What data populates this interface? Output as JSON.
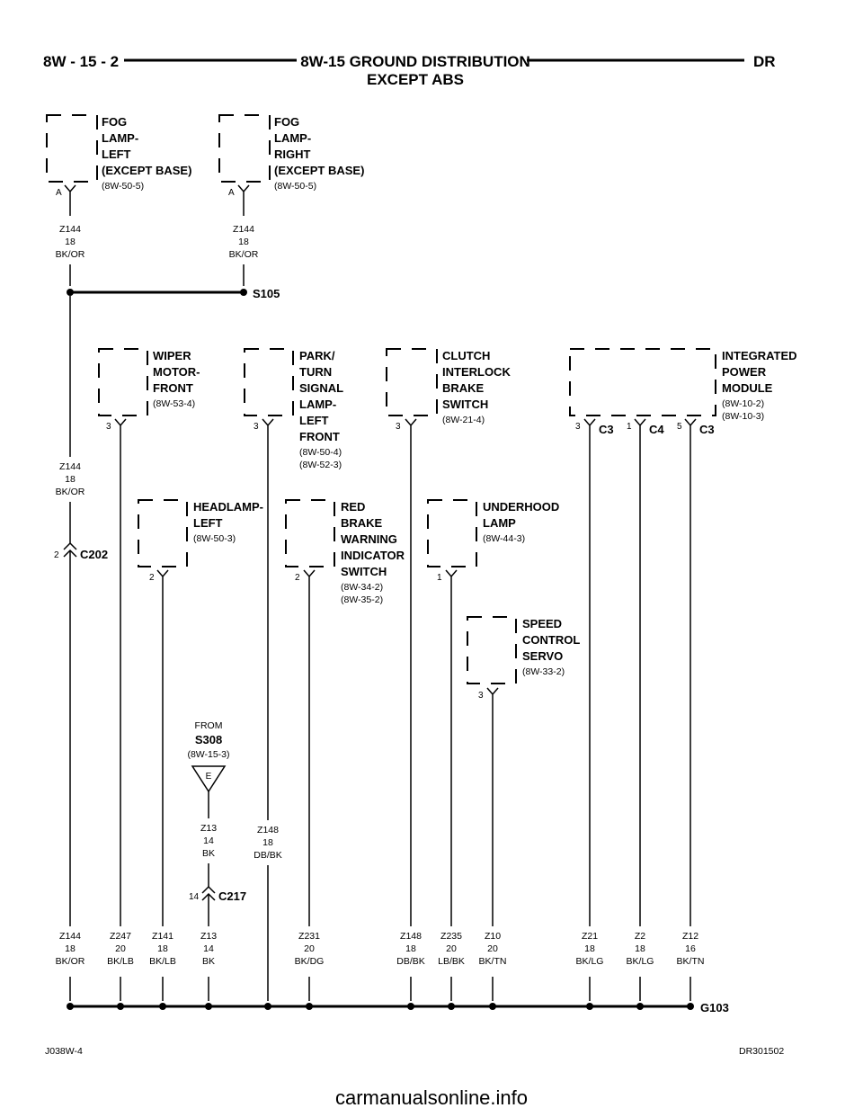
{
  "header": {
    "left": "8W - 15 - 2",
    "title_line1": "8W-15 GROUND DISTRIBUTION",
    "title_line2": "EXCEPT ABS",
    "right": "DR"
  },
  "footer": {
    "left": "J038W-4",
    "right": "DR301502"
  },
  "watermark": "carmanualsonline.info",
  "components": {
    "fog_left": {
      "lines": [
        "FOG",
        "LAMP-",
        "LEFT",
        "(EXCEPT BASE)"
      ],
      "ref": "(8W-50-5)",
      "pin": "A"
    },
    "fog_right": {
      "lines": [
        "FOG",
        "LAMP-",
        "RIGHT",
        "(EXCEPT BASE)"
      ],
      "ref": "(8W-50-5)",
      "pin": "A"
    },
    "wiper": {
      "lines": [
        "WIPER",
        "MOTOR-",
        "FRONT"
      ],
      "ref": "(8W-53-4)",
      "pin": "3"
    },
    "park": {
      "lines": [
        "PARK/",
        "TURN",
        "SIGNAL",
        "LAMP-",
        "LEFT",
        "FRONT"
      ],
      "refs": [
        "(8W-50-4)",
        "(8W-52-3)"
      ],
      "pin": "3"
    },
    "clutch": {
      "lines": [
        "CLUTCH",
        "INTERLOCK",
        "BRAKE",
        "SWITCH"
      ],
      "ref": "(8W-21-4)",
      "pin": "3"
    },
    "ipm": {
      "lines": [
        "INTEGRATED",
        "POWER",
        "MODULE"
      ],
      "refs": [
        "(8W-10-2)",
        "(8W-10-3)"
      ],
      "pins": [
        {
          "pin": "3",
          "conn": "C3"
        },
        {
          "pin": "1",
          "conn": "C4"
        },
        {
          "pin": "5",
          "conn": "C3"
        }
      ]
    },
    "headlamp": {
      "lines": [
        "HEADLAMP-",
        "LEFT"
      ],
      "ref": "(8W-50-3)",
      "pin": "2"
    },
    "red_brake": {
      "lines": [
        "RED",
        "BRAKE",
        "WARNING",
        "INDICATOR",
        "SWITCH"
      ],
      "refs": [
        "(8W-34-2)",
        "(8W-35-2)"
      ],
      "pin": "2"
    },
    "underhood": {
      "lines": [
        "UNDERHOOD",
        "LAMP"
      ],
      "ref": "(8W-44-3)",
      "pin": "1"
    },
    "speed": {
      "lines": [
        "SPEED",
        "CONTROL",
        "SERVO"
      ],
      "ref": "(8W-33-2)",
      "pin": "3"
    }
  },
  "splice": "S105",
  "ground": "G103",
  "connectors": {
    "c202": {
      "name": "C202",
      "pin": "2"
    },
    "c217": {
      "name": "C217",
      "pin": "14"
    }
  },
  "from_ref": {
    "from": "FROM",
    "splice": "S308",
    "ref": "(8W-15-3)",
    "letter": "E"
  },
  "wires_upper": {
    "fog_left": [
      "Z144",
      "18",
      "BK/OR"
    ],
    "fog_right": [
      "Z144",
      "18",
      "BK/OR"
    ],
    "s105_down": [
      "Z144",
      "18",
      "BK/OR"
    ],
    "z13": [
      "Z13",
      "14",
      "BK"
    ],
    "z148": [
      "Z148",
      "18",
      "DB/BK"
    ]
  },
  "wires_bottom": [
    [
      "Z144",
      "18",
      "BK/OR"
    ],
    [
      "Z247",
      "20",
      "BK/LB"
    ],
    [
      "Z141",
      "18",
      "BK/LB"
    ],
    [
      "Z13",
      "14",
      "BK"
    ],
    [
      "Z231",
      "20",
      "BK/DG"
    ],
    [
      "Z148",
      "18",
      "DB/BK"
    ],
    [
      "Z235",
      "20",
      "LB/BK"
    ],
    [
      "Z10",
      "20",
      "BK/TN"
    ],
    [
      "Z21",
      "18",
      "BK/LG"
    ],
    [
      "Z2",
      "18",
      "BK/LG"
    ],
    [
      "Z12",
      "16",
      "BK/TN"
    ]
  ]
}
